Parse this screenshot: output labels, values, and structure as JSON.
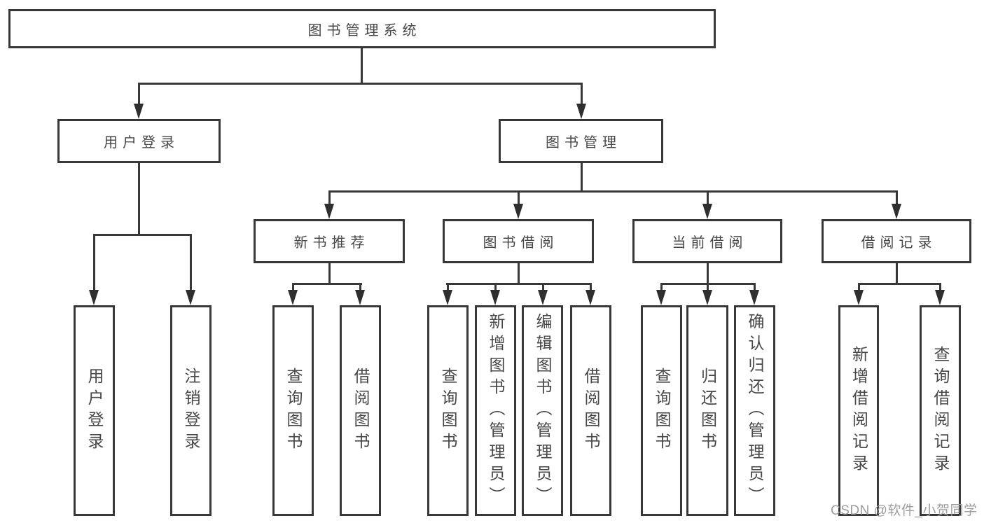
{
  "tree": {
    "root": {
      "label": "图书管理系统",
      "children": [
        {
          "label": "用户登录",
          "children": [
            {
              "label": "用户登录"
            },
            {
              "label": "注销登录"
            }
          ]
        },
        {
          "label": "图书管理",
          "children": [
            {
              "label": "新书推荐",
              "children": [
                {
                  "label": "查询图书"
                },
                {
                  "label": "借阅图书"
                }
              ]
            },
            {
              "label": "图书借阅",
              "children": [
                {
                  "label": "查询图书"
                },
                {
                  "label": "新增图书（管理员）"
                },
                {
                  "label": "编辑图书（管理员）"
                },
                {
                  "label": "借阅图书"
                }
              ]
            },
            {
              "label": "当前借阅",
              "children": [
                {
                  "label": "查询图书"
                },
                {
                  "label": "归还图书"
                },
                {
                  "label": "确认归还（管理员）"
                }
              ]
            },
            {
              "label": "借阅记录",
              "children": [
                {
                  "label": "新增借阅记录"
                },
                {
                  "label": "查询借阅记录"
                }
              ]
            }
          ]
        }
      ]
    },
    "watermark": "CSDN @软件_小贺同学",
    "colors": {
      "background": "#ffffff",
      "line": "#383838",
      "arrow": "#2f2f2f",
      "text": "#474747",
      "watermark": "#9d9d9d"
    }
  }
}
